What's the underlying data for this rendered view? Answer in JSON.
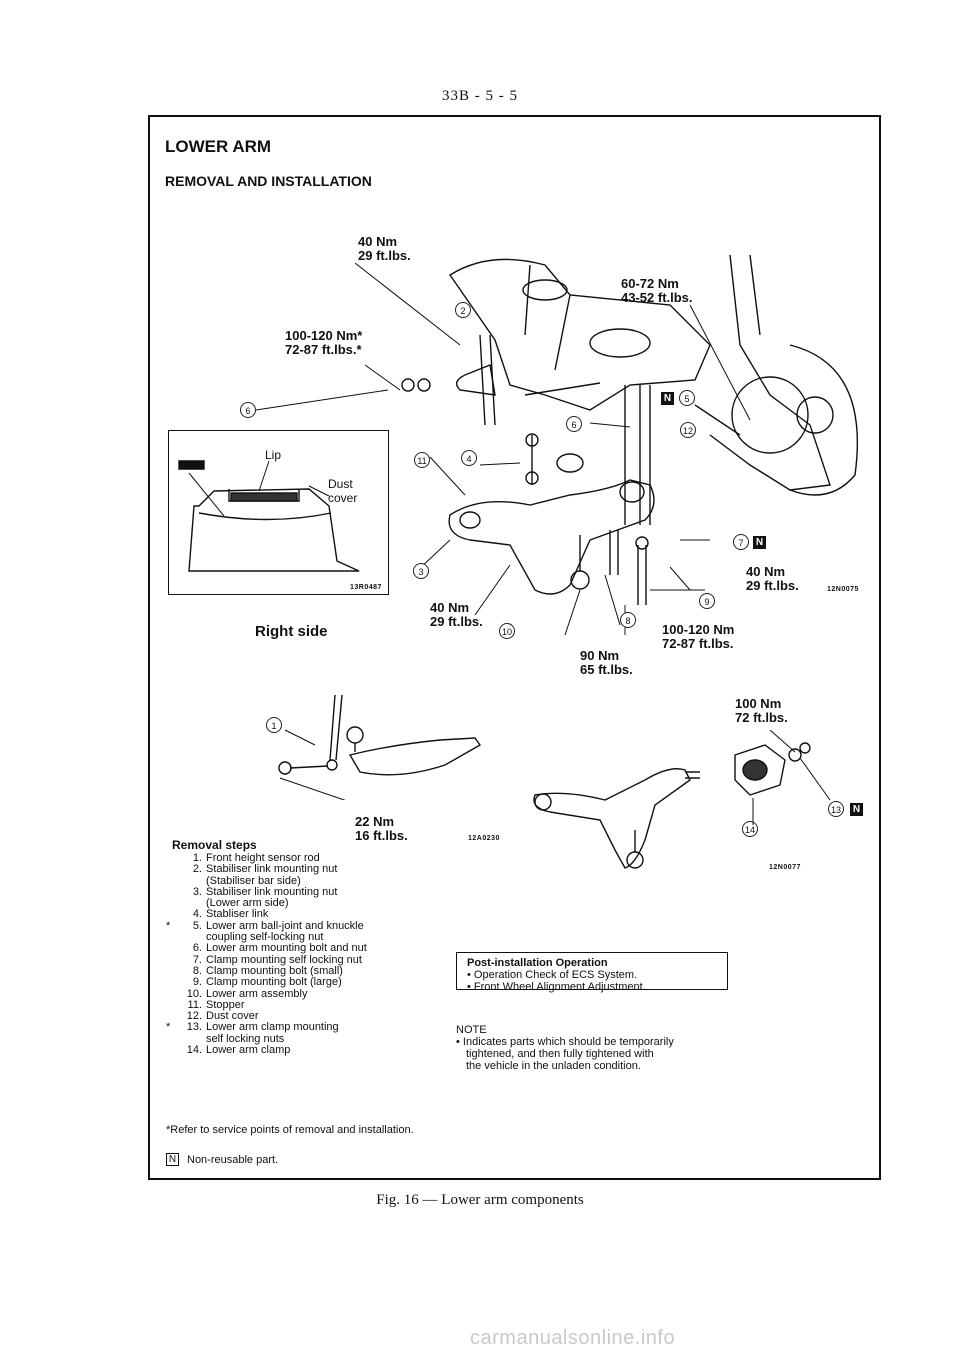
{
  "page_number": "33B - 5 - 5",
  "title": "LOWER ARM",
  "subtitle": "REMOVAL AND INSTALLATION",
  "inset": {
    "lip_label": "Lip",
    "dust_label_1": "Dust",
    "dust_label_2": "cover",
    "code": "13R0487"
  },
  "side_label": "Right side",
  "torques": {
    "t_top_1": "40 Nm",
    "t_top_2": "29 ft.lbs.",
    "t_left_1": "100-120 Nm*",
    "t_left_2": "72-87 ft.lbs.*",
    "t_right_1": "60-72 Nm",
    "t_right_2": "43-52 ft.lbs.",
    "t_seven_1": "40 Nm",
    "t_seven_2": "29 ft.lbs.",
    "t_arm_1": "40 Nm",
    "t_arm_2": "29 ft.lbs.",
    "t_bolt_1": "100-120 Nm",
    "t_bolt_2": "72-87 ft.lbs.",
    "t_mid_1": "90 Nm",
    "t_mid_2": "65 ft.lbs.",
    "t_clamp_1": "100 Nm",
    "t_clamp_2": "72 ft.lbs.",
    "t_rod_1": "22 Nm",
    "t_rod_2": "16 ft.lbs."
  },
  "callouts": {
    "c1": "1",
    "c2": "2",
    "c3": "3",
    "c4": "4",
    "c5": "5",
    "c6a": "6",
    "c6b": "6",
    "c7": "7",
    "c8": "8",
    "c9": "9",
    "c10": "10",
    "c11": "11",
    "c12": "12",
    "c13": "13",
    "c14": "14"
  },
  "n_mark": "N",
  "figure_codes": {
    "main": "12N0075",
    "rod": "12A0230",
    "clamp": "12N0077"
  },
  "removal_steps_title": "Removal steps",
  "removal_steps": [
    {
      "star": "",
      "num": "1.",
      "text": "Front height sensor rod"
    },
    {
      "star": "",
      "num": "2.",
      "text": "Stabiliser link mounting nut"
    },
    {
      "star": "",
      "num": "",
      "text": "(Stabiliser bar side)"
    },
    {
      "star": "",
      "num": "3.",
      "text": "Stabiliser link mounting nut"
    },
    {
      "star": "",
      "num": "",
      "text": "(Lower arm side)"
    },
    {
      "star": "",
      "num": "4.",
      "text": "Stabliser link"
    },
    {
      "star": "*",
      "num": "5.",
      "text": "Lower arm ball-joint and knuckle"
    },
    {
      "star": "",
      "num": "",
      "text": "coupling self-locking nut"
    },
    {
      "star": "",
      "num": "6.",
      "text": "Lower arm mounting bolt and nut"
    },
    {
      "star": "",
      "num": "7.",
      "text": "Clamp mounting self locking nut"
    },
    {
      "star": "",
      "num": "8.",
      "text": "Clamp mounting bolt (small)"
    },
    {
      "star": "",
      "num": "9.",
      "text": "Clamp mounting bolt (large)"
    },
    {
      "star": "",
      "num": "10.",
      "text": "Lower arm assembly"
    },
    {
      "star": "",
      "num": "11.",
      "text": "Stopper"
    },
    {
      "star": "",
      "num": "12.",
      "text": "Dust cover"
    },
    {
      "star": "*",
      "num": "13.",
      "text": "Lower arm clamp mounting"
    },
    {
      "star": "",
      "num": "",
      "text": "self locking nuts"
    },
    {
      "star": "",
      "num": "14.",
      "text": "Lower arm clamp"
    }
  ],
  "post_installation": {
    "title": "Post-installation Operation",
    "items": [
      "• Operation Check of ECS System.",
      "• Front Wheel Alignment Adjustment."
    ]
  },
  "note": {
    "label": "NOTE",
    "line_1": "• Indicates parts which should be temporarily",
    "line_2": "tightened, and then fully tightened with",
    "line_3": "the vehicle in the unladen condition."
  },
  "refer_text": "*Refer to service points of removal and installation.",
  "legend_text": "Non-reusable part.",
  "caption": "Fig. 16 — Lower arm components",
  "watermark": "carmanualsonline.info"
}
